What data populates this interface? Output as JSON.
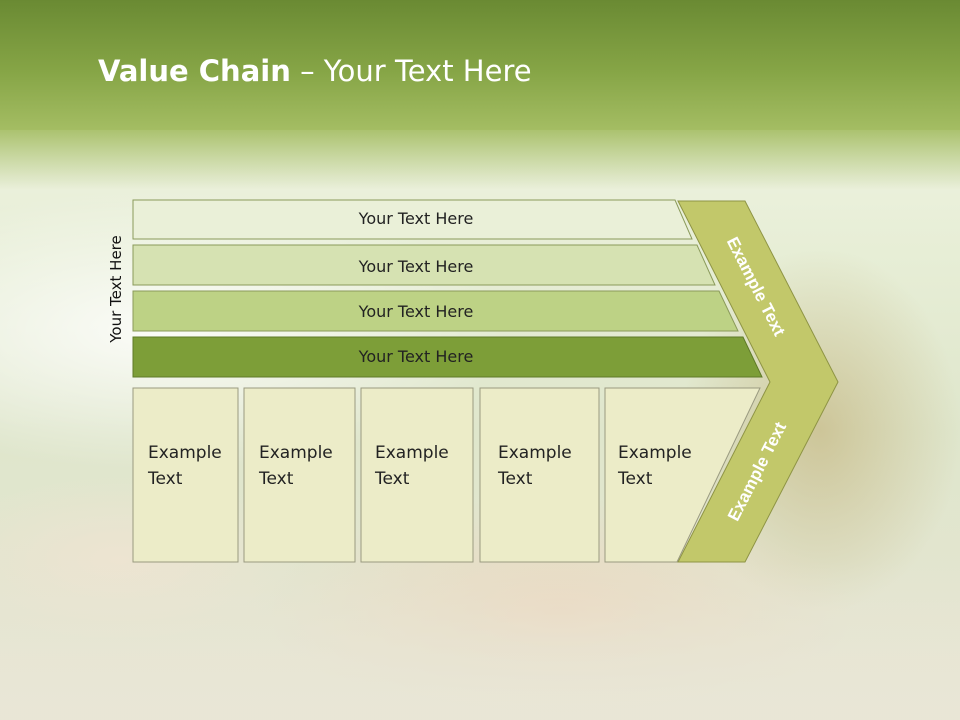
{
  "slide": {
    "title_bold": "Value Chain",
    "title_rest": " – Your Text Here",
    "side_label": "Your Text Here"
  },
  "bars": [
    {
      "label": "Your Text Here",
      "color": "#eaf0d8"
    },
    {
      "label": "Your Text Here",
      "color": "#d6e2b2"
    },
    {
      "label": "Your Text Here",
      "color": "#bdd285"
    },
    {
      "label": "Your Text Here",
      "color": "#7d9e38"
    }
  ],
  "boxes": [
    {
      "line1": "Example",
      "line2": "Text"
    },
    {
      "line1": "Example",
      "line2": "Text"
    },
    {
      "line1": "Example",
      "line2": "Text"
    },
    {
      "line1": "Example",
      "line2": "Text"
    },
    {
      "line1": "Example",
      "line2": "Text"
    }
  ],
  "chevron": {
    "top_label": "Example Text",
    "bottom_label": "Example Text",
    "color": "#c2c86a"
  },
  "colors": {
    "header": "#86a546",
    "box_fill": "#ececc8",
    "box_border": "#9a9a80"
  }
}
